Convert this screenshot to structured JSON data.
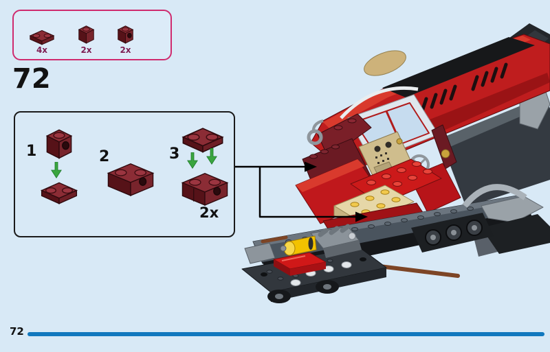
{
  "page": {
    "step_number": "72",
    "footer_page_number": "72"
  },
  "parts_callout": {
    "parts": [
      {
        "name": "plate-1x2-dark-red",
        "count": "4x"
      },
      {
        "name": "brick-1x1-dark-red",
        "count": "2x"
      },
      {
        "name": "brick-1x1-side-stud-dark-red",
        "count": "2x"
      }
    ]
  },
  "subassembly": {
    "step_labels": [
      "1",
      "2",
      "3"
    ],
    "repeat_count": "2x"
  },
  "colors": {
    "background": "#d8e9f6",
    "parts_box_border": "#cf2a6e",
    "count_text": "#7d1d52",
    "outline_black": "#1a1a1a",
    "arrow_green": "#3aa53f",
    "footer_bar_blue": "#1178be",
    "brick_dark_red": "#6e1f26",
    "model_red": "#bf1d1e",
    "model_dark_red": "#6b1a23",
    "model_yellow": "#f2c200",
    "model_tan": "#cfbd8d",
    "model_gray": "#4a545e"
  }
}
